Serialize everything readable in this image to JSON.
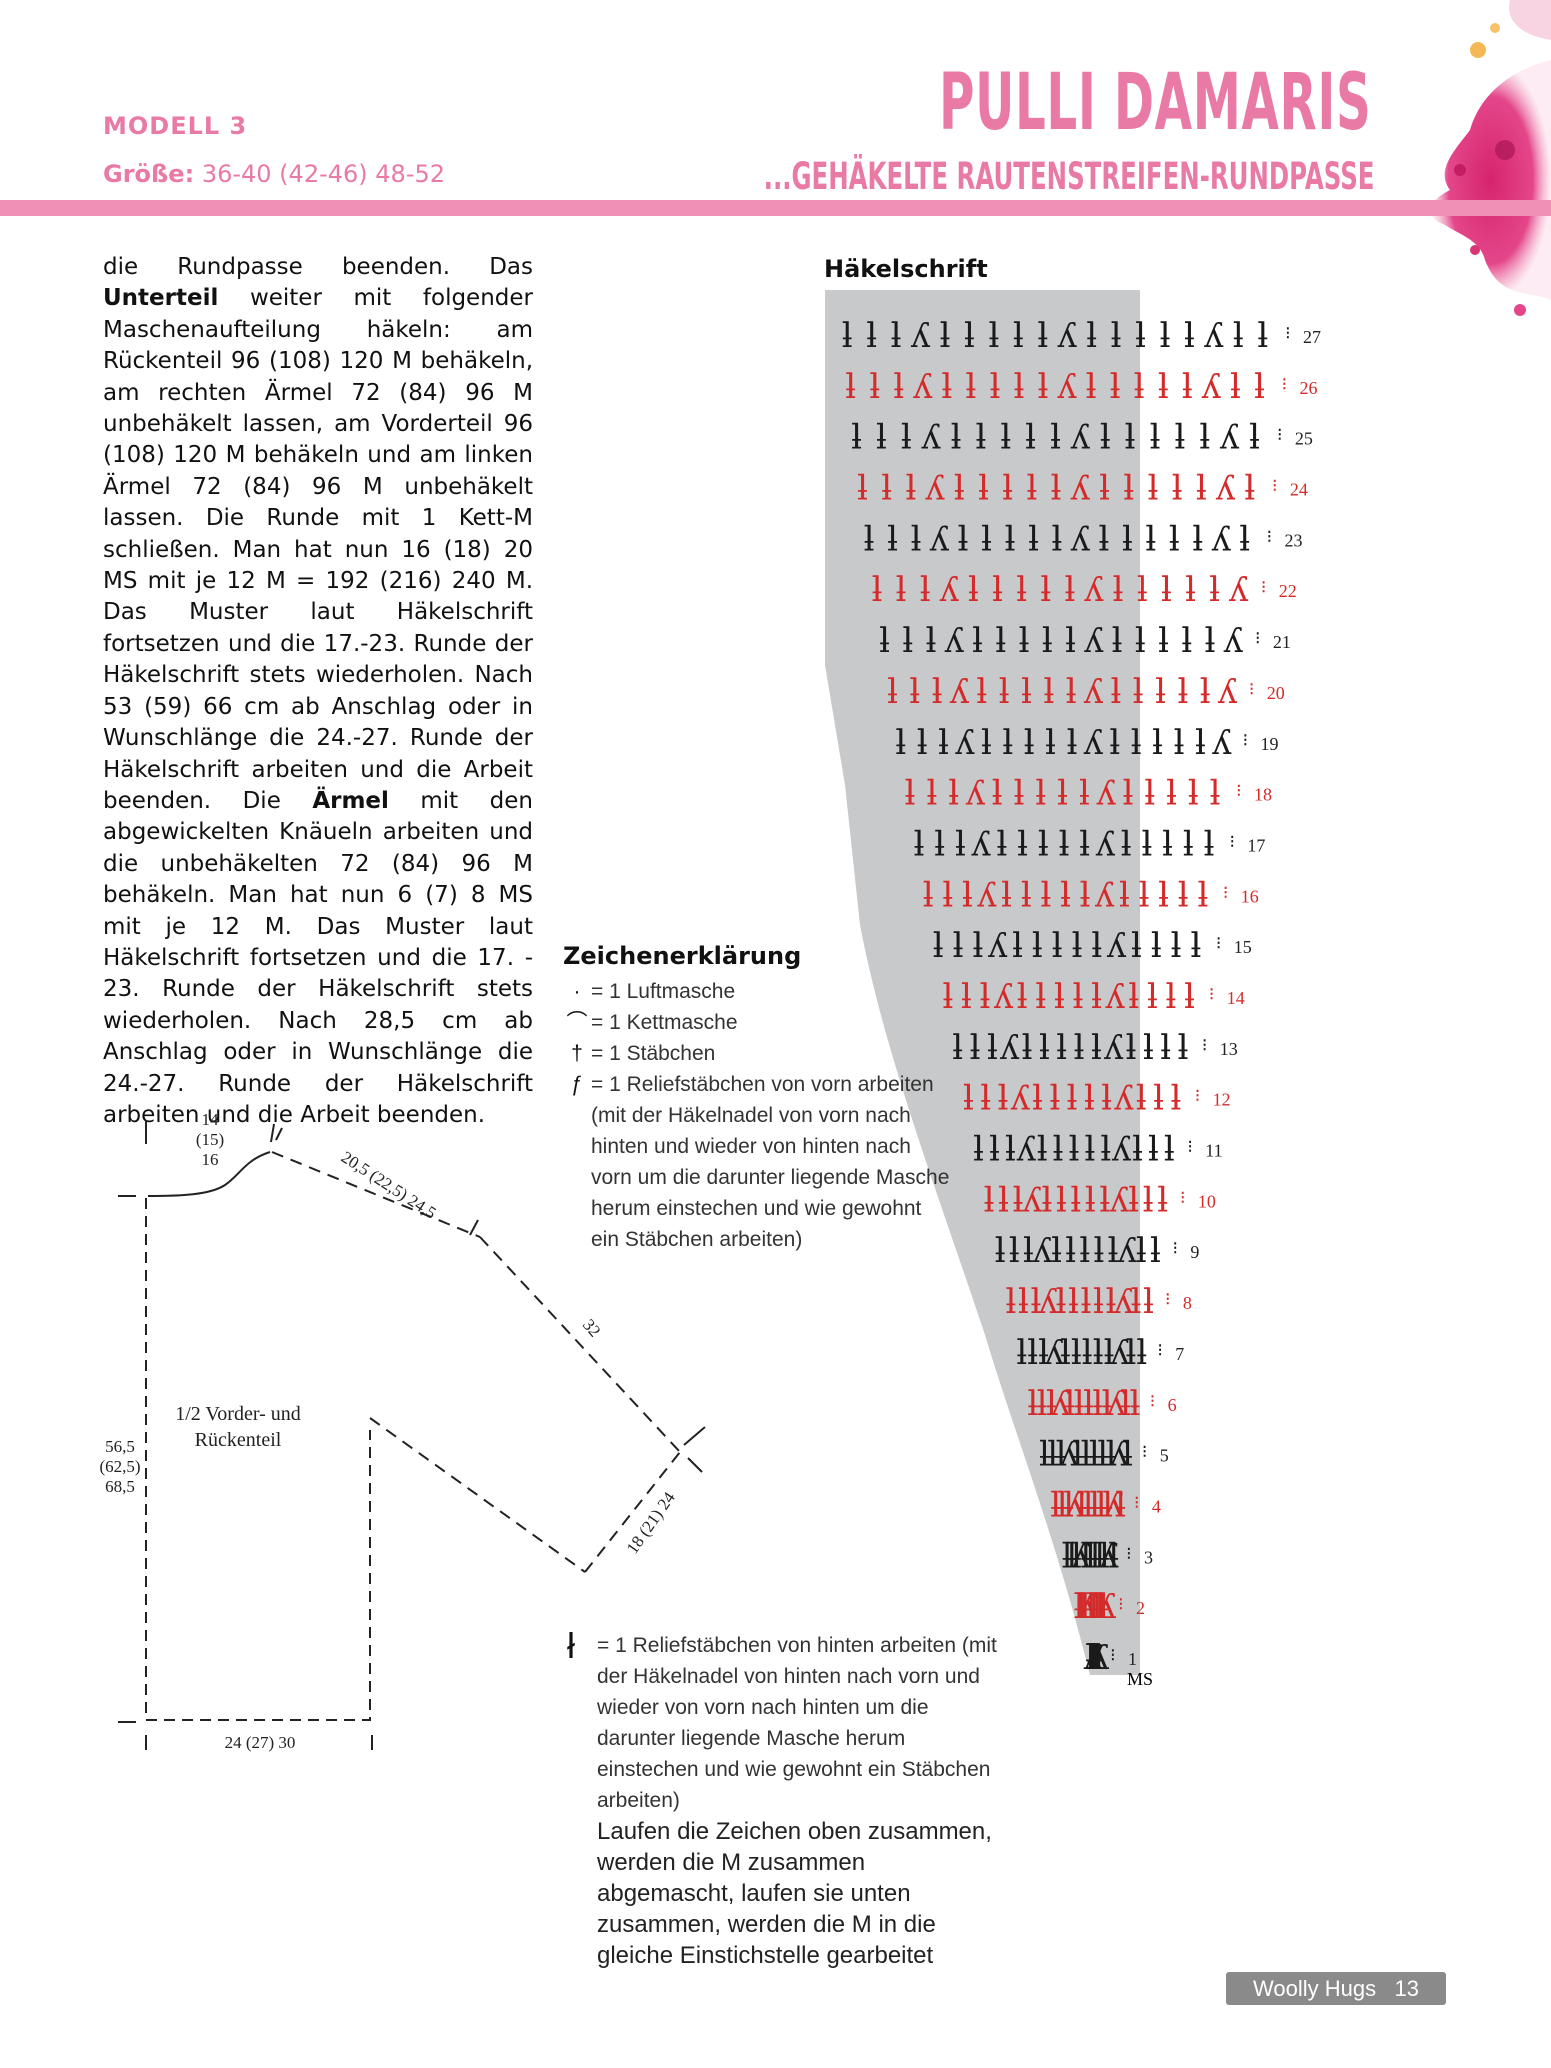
{
  "header": {
    "model": "MODELL 3",
    "size_label": "Größe:",
    "size_value": "36-40 (42-46) 48-52",
    "title": "PULLI DAMARIS",
    "subtitle": "...GEHÄKELTE RAUTENSTREIFEN-RUNDPASSE"
  },
  "main_text": {
    "p1": "die Rundpasse beenden. Das ",
    "p1_bold": "Unterteil",
    "p2": " weiter mit folgender Maschenaufteilung häkeln: am Rückenteil 96 (108) 120 M behäkeln, am rechten Ärmel 72 (84) 96 M unbehäkelt lassen, am Vorderteil 96 (108) 120 M behäkeln und am linken Ärmel 72 (84) 96 M unbehäkelt lassen. Die Runde mit 1 Kett-M schließen. Man hat nun 16 (18) 20 MS mit je 12 M = 192 (216) 240 M. Das Muster laut Häkelschrift fortsetzen und die 17.-23. Runde der Häkelschrift stets wiederholen. Nach 53 (59) 66 cm ab Anschlag oder in Wunschlänge die 24.-27. Runde der Häkelschrift arbeiten und die Arbeit beenden. Die ",
    "p2_bold": "Ärmel",
    "p3": " mit den abgewickelten Knäueln arbeiten und die unbehäkelten 72 (84) 96 M behäkeln. Man hat nun 6 (7) 8 MS mit je 12 M. Das Muster laut Häkelschrift fortsetzen und die 17. - 23. Runde der Häkelschrift stets wiederholen. Nach 28,5 cm ab Anschlag oder in Wunschlänge die 24.-27. Runde der Häkelschrift arbeiten und die Arbeit beenden."
  },
  "chart": {
    "title": "Häkelschrift",
    "ms_label": "MS",
    "row_numbers": [
      "1",
      "2",
      "3",
      "4",
      "5",
      "6",
      "7",
      "8",
      "9",
      "10",
      "11",
      "12",
      "13",
      "14",
      "15",
      "16",
      "17",
      "18",
      "19",
      "20",
      "21",
      "22",
      "23",
      "24",
      "25",
      "26",
      "27"
    ],
    "colors": {
      "black_rows": "#1a1a1a",
      "red_rows": "#d42a2a",
      "shade": "#c8c9cb"
    }
  },
  "legend": {
    "title": "Zeichenerklärung",
    "items": [
      {
        "icon": "chain-dot-icon",
        "symbol": "•",
        "text": "= 1 Luftmasche"
      },
      {
        "icon": "slip-stitch-arc-icon",
        "symbol": "⌒",
        "text": "= 1 Kettmasche"
      },
      {
        "icon": "double-crochet-icon",
        "symbol": "†",
        "text": "= 1 Stäbchen"
      },
      {
        "icon": "front-post-dc-icon",
        "symbol": "ƒ",
        "text": "= 1 Reliefstäbchen von vorn arbeiten (mit der Häkelnadel von vorn nach hinten und wieder von hinten nach vorn um die darunter liegende Masche herum einstechen und wie gewohnt ein Stäbchen arbeiten)"
      }
    ],
    "back_post": {
      "icon": "back-post-dc-icon",
      "text": "= 1 Reliefstäbchen von hinten arbeiten (mit der Häkelnadel von hinten nach vorn und wieder von vorn nach hinten um die darunter liegende Masche herum einstechen und wie gewohnt ein Stäbchen arbeiten)"
    },
    "note": "Laufen die Zeichen oben zusammen, werden die M zusammen abgemascht, laufen sie unten zusammen, werden die M in die gleiche Einstichstelle gearbeitet"
  },
  "schematic": {
    "neck": [
      "14",
      "(15)",
      "16"
    ],
    "shoulder": "20,5 (22,5) 24,5",
    "sleeve_length": "32",
    "cuff": "18 (21) 24",
    "label_line1": "1/2 Vorder- und",
    "label_line2": "Rückenteil",
    "length": [
      "56,5",
      "(62,5)",
      "68,5"
    ],
    "width": "24 (27) 30"
  },
  "footer": {
    "brand": "Woolly Hugs",
    "page": "13"
  }
}
